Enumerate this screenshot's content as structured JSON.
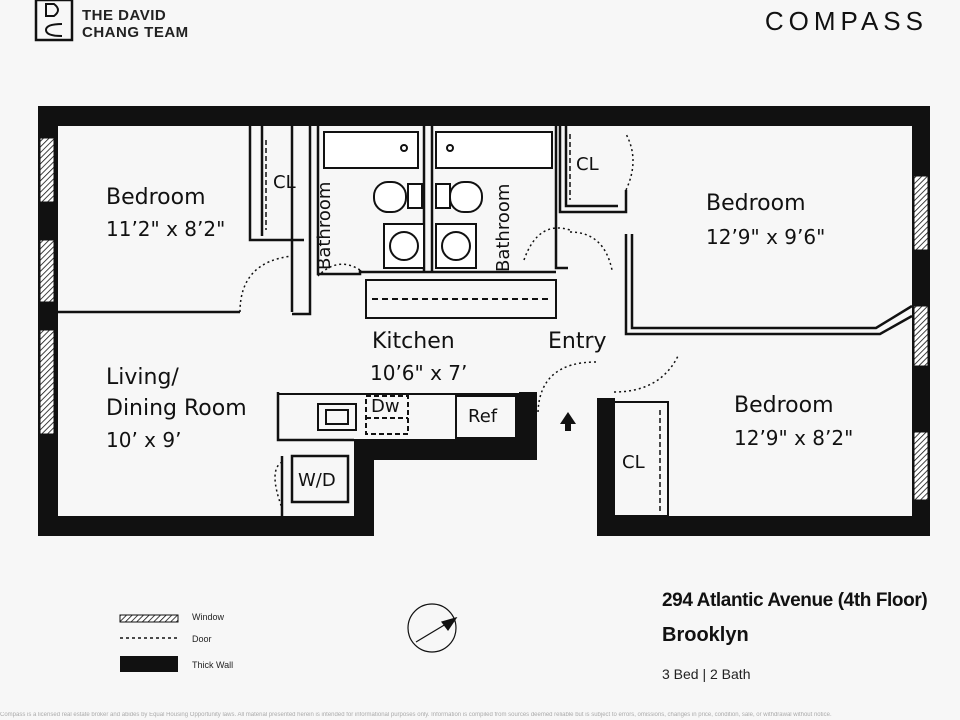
{
  "brand": {
    "team_name": "THE DAVID CHANG TEAM",
    "team_line1": "THE DAVID",
    "team_line2": "CHANG TEAM",
    "compass": "COMPASS"
  },
  "rooms": {
    "bedroom1": {
      "name": "Bedroom",
      "dim": "11’2\" x 8’2\""
    },
    "bedroom2": {
      "name": "Bedroom",
      "dim": "12’9\" x 9’6\""
    },
    "bedroom3": {
      "name": "Bedroom",
      "dim": "12’9\" x 8’2\""
    },
    "living": {
      "name_line1": "Living/",
      "name_line2": "Dining Room",
      "dim": "10’ x 9’"
    },
    "kitchen": {
      "name": "Kitchen",
      "dim": "10’6\" x 7’"
    },
    "entry": {
      "name": "Entry"
    }
  },
  "fixtures": {
    "cl_left": "CL",
    "cl_top": "CL",
    "cl_right": "CL",
    "bathroom_left": "Bathroom",
    "bathroom_right": "Bathroom",
    "dw": "Dw",
    "ref": "Ref",
    "wd": "W/D"
  },
  "legend": {
    "window": "Window",
    "door": "Door",
    "thick_wall": "Thick Wall"
  },
  "listing": {
    "address": "294 Atlantic Avenue (4th Floor)",
    "city": "Brooklyn",
    "bed_bath": "3 Bed | 2 Bath"
  },
  "disclaimer": "Compass is a licensed real estate broker and abides by Equal Housing Opportunity laws. All material presented herein is intended for informational purposes only. Information is compiled from sources deemed reliable but is subject to errors, omissions, changes in price, condition, sale, or withdrawal without notice."
}
